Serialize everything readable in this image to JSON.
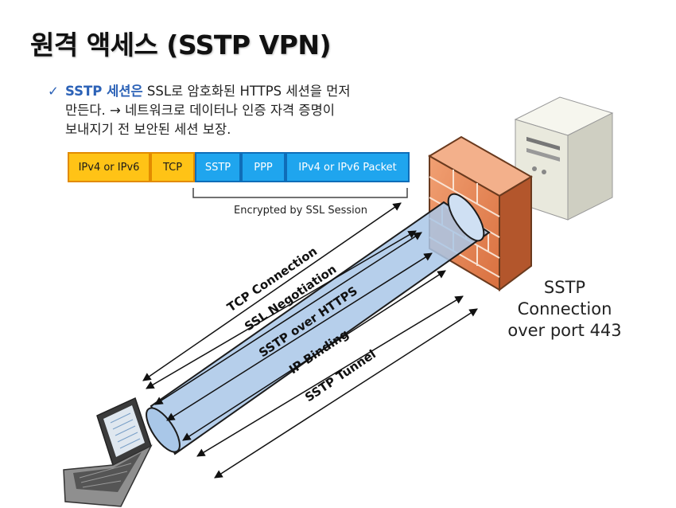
{
  "title": "원격 액세스 (SSTP VPN)",
  "bullet": {
    "check": "✓",
    "keyword": "SSTP 세션은",
    "line1_rest": " SSL로 암호화된 HTTPS 세션을 먼저",
    "line2": "만든다. → 네트워크로 데이터나 인증 자격 증명이",
    "line3": "보내지기 전 보안된 세션 보장."
  },
  "stack": [
    {
      "label": "IPv4 or IPv6",
      "color": "#ffc316"
    },
    {
      "label": "TCP",
      "color": "#ffc316"
    },
    {
      "label": "SSTP",
      "color": "#1fa5ee"
    },
    {
      "label": "PPP",
      "color": "#1fa5ee"
    },
    {
      "label": "IPv4 or IPv6 Packet",
      "color": "#1fa5ee"
    }
  ],
  "encrypted_label": "Encrypted by SSL Session",
  "arrows": [
    {
      "label": "TCP Connection"
    },
    {
      "label": "SSL Negotiation"
    },
    {
      "label": "SSTP over HTTPS"
    },
    {
      "label": "IP Binding"
    },
    {
      "label": "SSTP Tunnel"
    }
  ],
  "server_label": {
    "line1": "SSTP",
    "line2": "Connection",
    "line3": "over port 443"
  },
  "icons": [
    "laptop-icon",
    "firewall-icon",
    "server-icon"
  ]
}
